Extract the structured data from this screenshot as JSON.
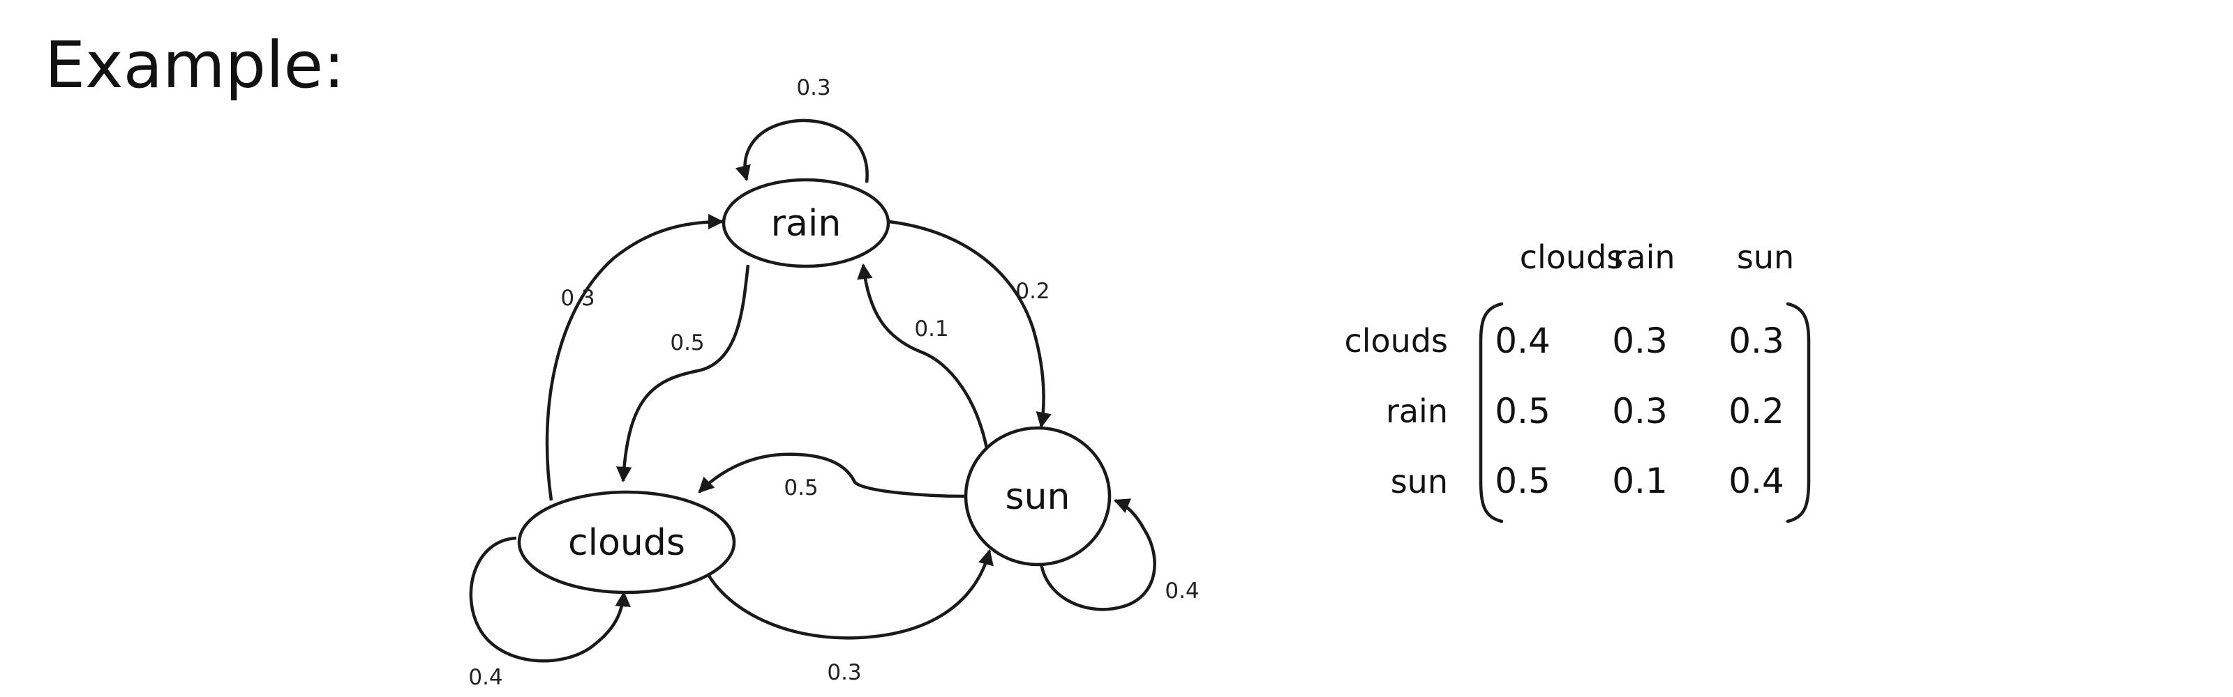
{
  "heading": "Example:",
  "states": [
    "clouds",
    "rain",
    "sun"
  ],
  "nodes": {
    "rain": "rain",
    "clouds": "clouds",
    "sun": "sun"
  },
  "edges": {
    "rain_rain": "0.3",
    "clouds_rain": "0.3",
    "rain_clouds": "0.5",
    "sun_rain": "0.1",
    "rain_sun": "0.2",
    "sun_clouds": "0.5",
    "clouds_clouds": "0.4",
    "clouds_sun": "0.3",
    "sun_sun": "0.4"
  },
  "matrix": {
    "columns": [
      "clouds",
      "rain",
      "sun"
    ],
    "rows": [
      "clouds",
      "rain",
      "sun"
    ],
    "values": [
      [
        "0.4",
        "0.3",
        "0.3"
      ],
      [
        "0.5",
        "0.3",
        "0.2"
      ],
      [
        "0.5",
        "0.1",
        "0.4"
      ]
    ]
  }
}
